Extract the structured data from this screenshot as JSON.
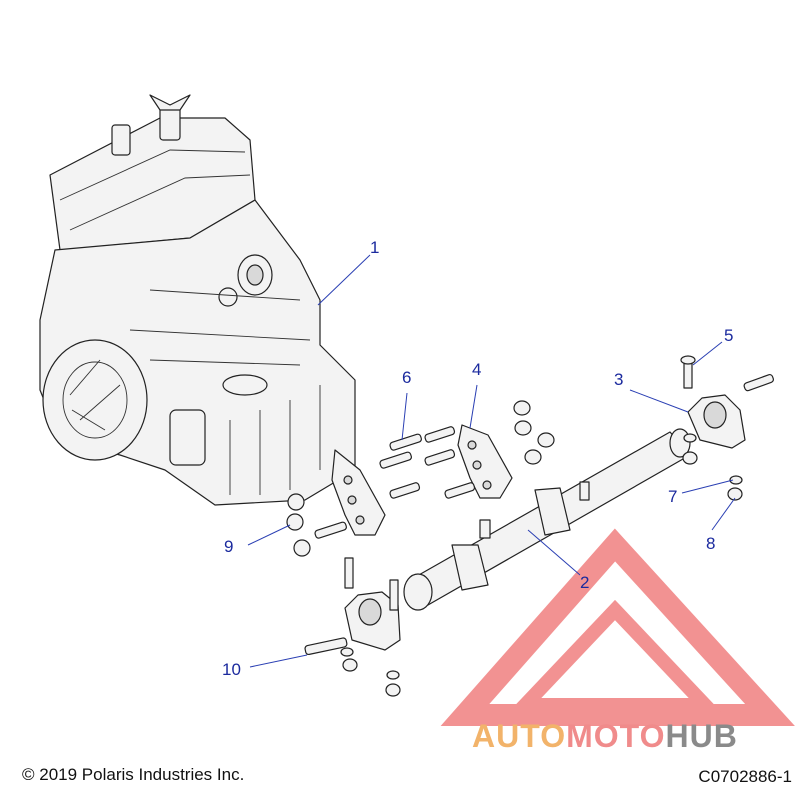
{
  "callouts": [
    {
      "id": "1",
      "label": "1"
    },
    {
      "id": "2",
      "label": "2"
    },
    {
      "id": "3",
      "label": "3"
    },
    {
      "id": "4",
      "label": "4"
    },
    {
      "id": "5",
      "label": "5"
    },
    {
      "id": "6",
      "label": "6"
    },
    {
      "id": "7",
      "label": "7"
    },
    {
      "id": "8",
      "label": "8"
    },
    {
      "id": "9",
      "label": "9"
    },
    {
      "id": "10",
      "label": "10"
    }
  ],
  "footer": {
    "copyright": "© 2019 Polaris Industries Inc.",
    "diagram_code": "C0702886-1"
  },
  "watermark": {
    "part1": "AUTO",
    "part2": "MOTO",
    "part3": "HUB",
    "colors": {
      "auto": "#f2b36a",
      "moto": "#f08b8b",
      "hub": "#8a8a8a",
      "triangle": "#f07f7f"
    }
  },
  "colors": {
    "callout": "#1b2a9e",
    "leader": "#2a3fb3"
  }
}
